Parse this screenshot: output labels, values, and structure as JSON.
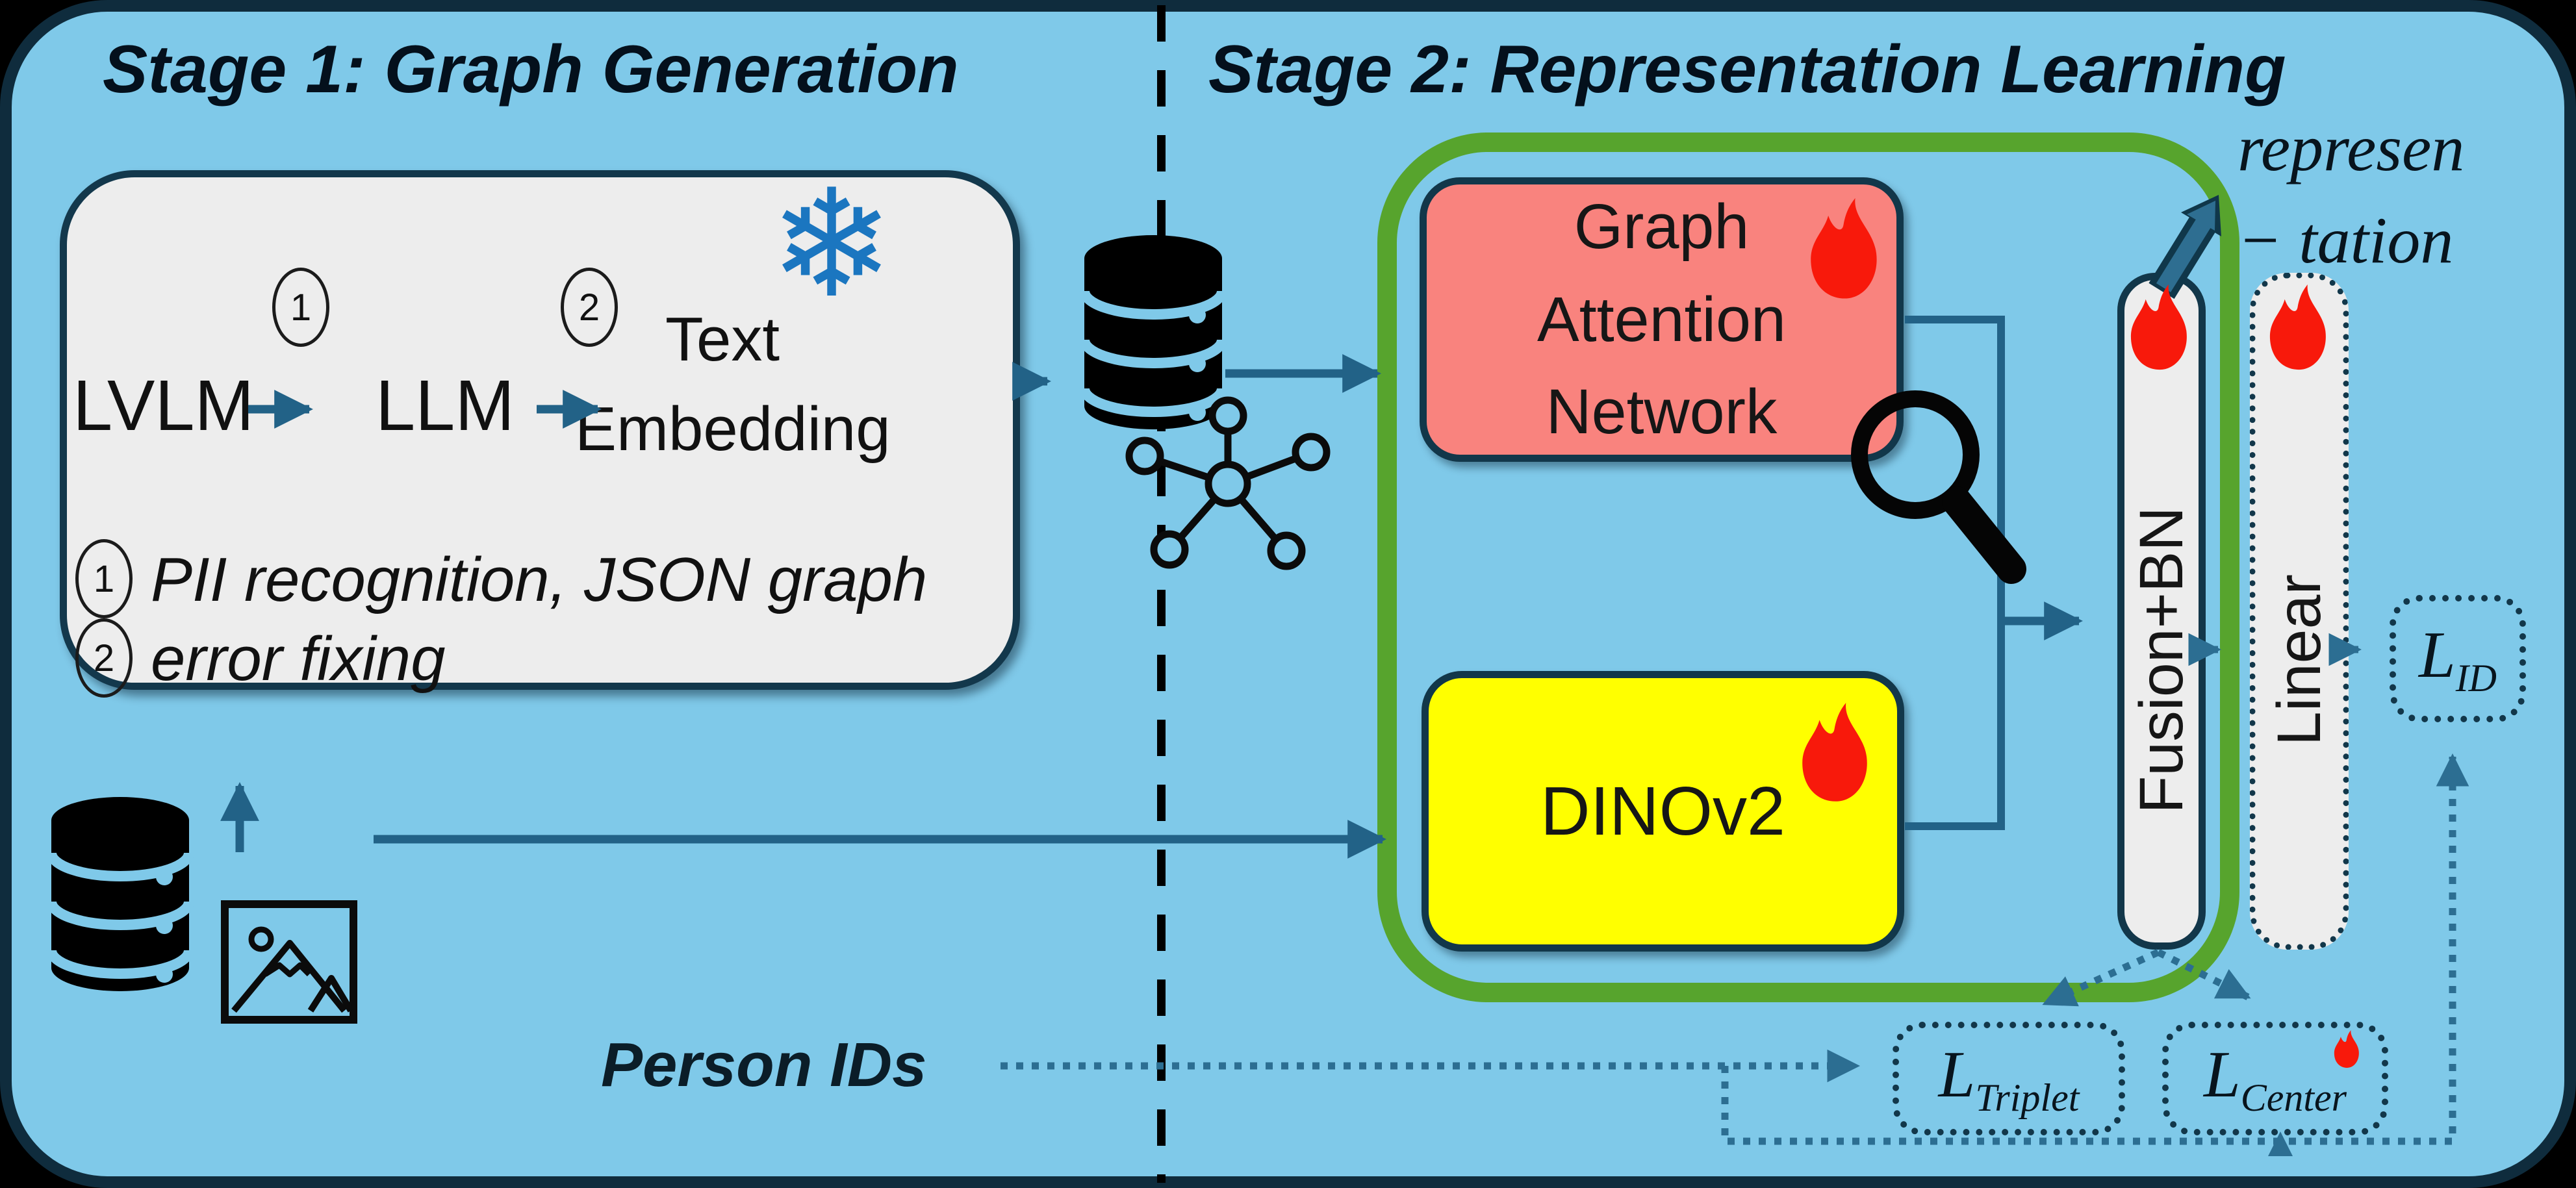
{
  "stage1": {
    "title": "Stage 1: Graph Generation",
    "pipeline": {
      "lvlm": "LVLM",
      "step1": "1",
      "llm": "LLM",
      "step2": "2",
      "embed_line1": "Text",
      "embed_line2": "Embedding"
    },
    "notes": [
      {
        "num": "1",
        "text": "PII recognition, JSON graph"
      },
      {
        "num": "2",
        "text": "error fixing"
      }
    ],
    "person_ids": "Person IDs"
  },
  "stage2": {
    "title": "Stage 2: Representation Learning",
    "gat": {
      "line1": "Graph",
      "line2": "Attention",
      "line3": "Network"
    },
    "dino": "DINOv2",
    "fusion": "Fusion+BN",
    "linear": "Linear",
    "representation": {
      "line1": "represen",
      "line2": "− tation"
    },
    "losses": {
      "id": {
        "symbol": "L",
        "sub": "ID"
      },
      "triplet": {
        "symbol": "L",
        "sub": "Triplet"
      },
      "center": {
        "symbol": "L",
        "sub": "Center"
      }
    }
  },
  "icons": {
    "snowflake_glyph": "❄",
    "names": [
      "snowflake-icon",
      "database-icon",
      "graph-nodes-icon",
      "image-icon",
      "fire-icon",
      "magnifier-icon",
      "up-arrow-icon"
    ]
  },
  "colors": {
    "background": "#7FC9E9",
    "outer_border": "#0F2C3D",
    "panel_gray": "#EDEDED",
    "stage2_container_green": "#57A42D",
    "gat_salmon": "#F9837E",
    "dino_yellow": "#FFFF00",
    "arrow_teal": "#226287",
    "dotted_teal": "#2C6E92",
    "dark_navy": "#12374A",
    "fire_red": "#F8190B",
    "snowflake_blue": "#1B76C0",
    "divider_black": "#000000"
  }
}
